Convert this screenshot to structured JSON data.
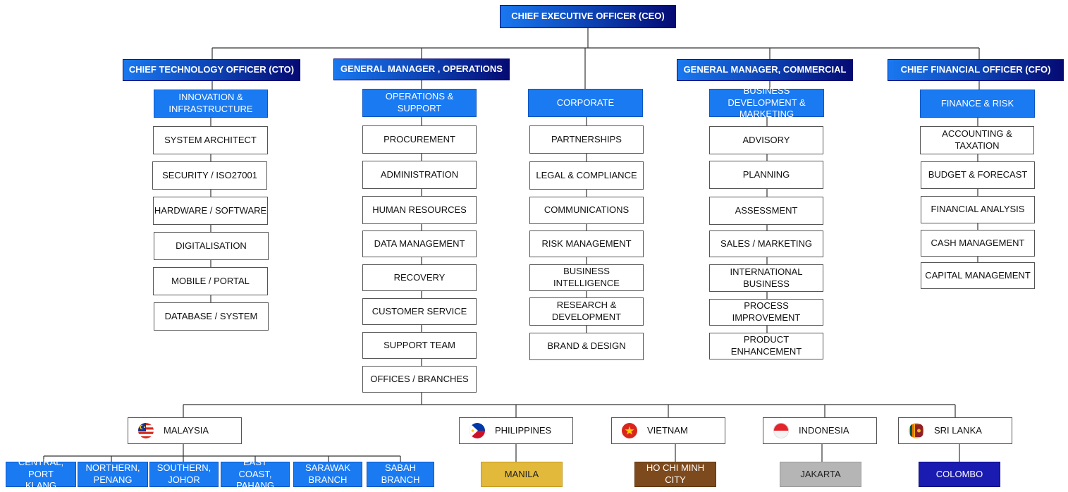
{
  "ceo": "CHIEF EXECUTIVE OFFICER (CEO)",
  "columns": {
    "cto": {
      "head": "CHIEF TECHNOLOGY OFFICER (CTO)",
      "dept": "INNOVATION & INFRASTRUCTURE",
      "items": [
        "SYSTEM ARCHITECT",
        "SECURITY / ISO27001",
        "HARDWARE / SOFTWARE",
        "DIGITALISATION",
        "MOBILE / PORTAL",
        "DATABASE / SYSTEM"
      ]
    },
    "ops": {
      "head": "GENERAL MANAGER , OPERATIONS",
      "dept": "OPERATIONS & SUPPORT",
      "items": [
        "PROCUREMENT",
        "ADMINISTRATION",
        "HUMAN RESOURCES",
        "DATA MANAGEMENT",
        "RECOVERY",
        "CUSTOMER SERVICE",
        "SUPPORT TEAM",
        "OFFICES / BRANCHES"
      ]
    },
    "corp": {
      "dept": "CORPORATE",
      "items": [
        "PARTNERSHIPS",
        "LEGAL & COMPLIANCE",
        "COMMUNICATIONS",
        "RISK MANAGEMENT",
        "BUSINESS INTELLIGENCE",
        "RESEARCH & DEVELOPMENT",
        "BRAND & DESIGN"
      ]
    },
    "com": {
      "head": "GENERAL MANAGER, COMMERCIAL",
      "dept": "BUSINESS DEVELOPMENT & MARKETING",
      "items": [
        "ADVISORY",
        "PLANNING",
        "ASSESSMENT",
        "SALES / MARKETING",
        "INTERNATIONAL BUSINESS",
        "PROCESS  IMPROVEMENT",
        "PRODUCT  ENHANCEMENT"
      ]
    },
    "cfo": {
      "head": "CHIEF FINANCIAL OFFICER (CFO)",
      "dept": "FINANCE & RISK",
      "items": [
        "ACCOUNTING & TAXATION",
        "BUDGET & FORECAST",
        "FINANCIAL ANALYSIS",
        "CASH MANAGEMENT",
        "CAPITAL MANAGEMENT"
      ]
    }
  },
  "countries": [
    {
      "name": "MALAYSIA",
      "flag": "malaysia-flag-icon"
    },
    {
      "name": "PHILIPPINES",
      "flag": "philippines-flag-icon"
    },
    {
      "name": "VIETNAM",
      "flag": "vietnam-flag-icon"
    },
    {
      "name": "INDONESIA",
      "flag": "indonesia-flag-icon"
    },
    {
      "name": "SRI LANKA",
      "flag": "sri-lanka-flag-icon"
    }
  ],
  "malaysia_branches": [
    "CENTRAL, PORT KLANG",
    "NORTHERN, PENANG",
    "SOUTHERN, JOHOR",
    "EAST COAST, PAHANG",
    "SARAWAK BRANCH",
    "SABAH BRANCH"
  ],
  "cities": [
    "MANILA",
    "HO CHI MINH CITY",
    "JAKARTA",
    "COLOMBO"
  ],
  "colors": {
    "header_gradient": [
      "#1a78f0",
      "#050a73"
    ],
    "dept_blue": "#1a7af2",
    "branch_blue": "#1a7af2",
    "manila": "#e2b93b",
    "ho_chi_minh_city": "#7d4a1e",
    "jakarta": "#b5b5b5",
    "colombo": "#1a1bb0",
    "connector": "#333333"
  }
}
